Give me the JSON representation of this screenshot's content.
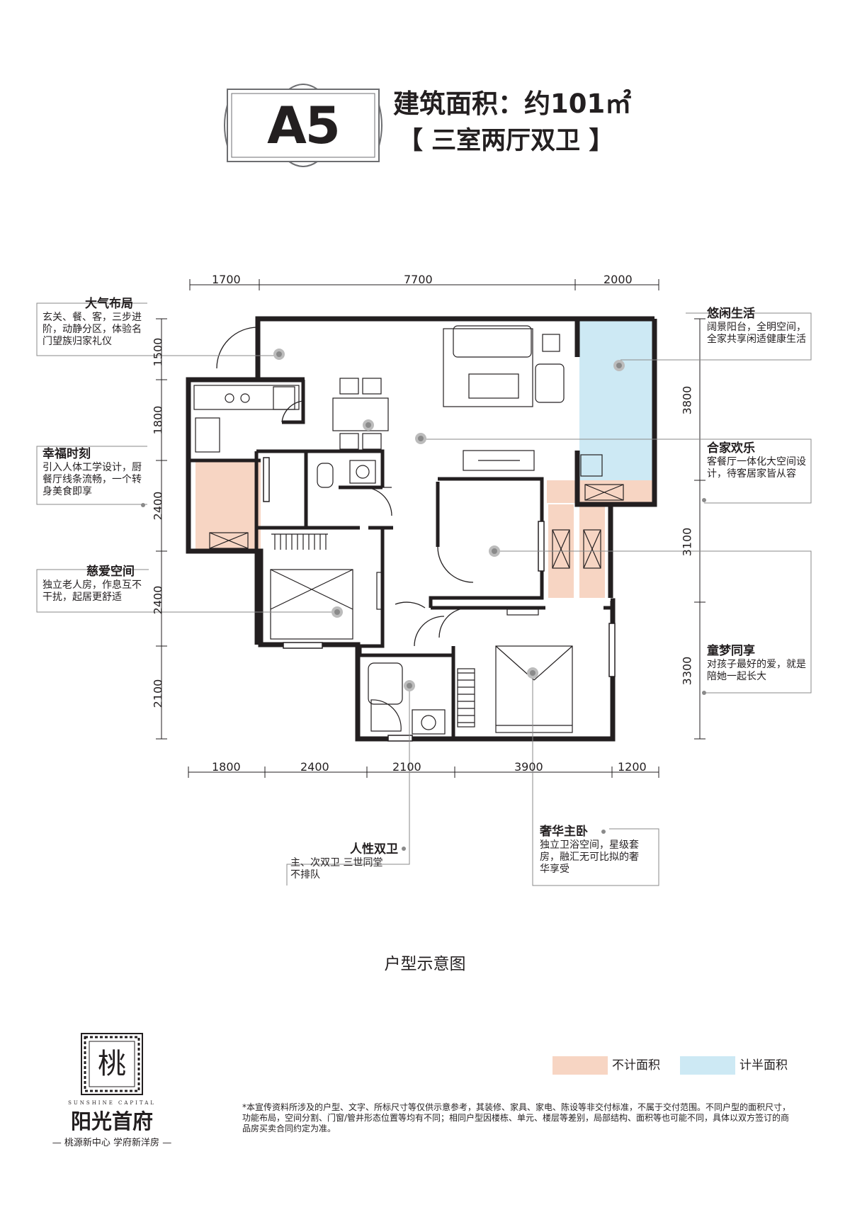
{
  "header": {
    "unit_code": "A5",
    "area_title": "建筑面积：约101㎡",
    "layout_type": "【 三室两厅双卫 】"
  },
  "dimensions": {
    "top": [
      "1700",
      "7700",
      "2000"
    ],
    "bottom": [
      "1800",
      "2400",
      "2100",
      "3900",
      "1200"
    ],
    "left": [
      "1500",
      "1800",
      "2400",
      "2400",
      "2100"
    ],
    "right": [
      "3800",
      "3100",
      "3300"
    ]
  },
  "annotations": {
    "entry": {
      "title": "大气布局",
      "lines": [
        "玄关、餐、客，三步进",
        "阶，动静分区，体验名",
        "门望族归家礼仪"
      ]
    },
    "kitchen": {
      "title": "幸福时刻",
      "lines": [
        "引入人体工学设计，厨",
        "餐厅线条流畅，一个转",
        "身美食即享"
      ]
    },
    "elder_room": {
      "title": "慈爱空间",
      "lines": [
        "独立老人房，作息互不",
        "干扰，起居更舒适"
      ]
    },
    "balcony": {
      "title": "悠闲生活",
      "lines": [
        "阔景阳台，全明空间，",
        "全家共享闲适健康生活"
      ]
    },
    "living": {
      "title": "合家欢乐",
      "lines": [
        "客餐厅一体化大空间设",
        "计，待客居家皆从容"
      ]
    },
    "kids_room": {
      "title": "童梦同享",
      "lines": [
        "对孩子最好的爱，就是",
        "陪她一起长大"
      ]
    },
    "bathrooms": {
      "title": "人性双卫",
      "lines": [
        "主、次双卫  三世同堂",
        "不排队"
      ]
    },
    "master": {
      "title": "奢华主卧",
      "lines": [
        "独立卫浴空间，星级套",
        "房，融汇无可比拟的奢",
        "华享受"
      ]
    }
  },
  "caption": "户型示意图",
  "legend": [
    {
      "label": "不计面积",
      "color": "#f7d5c3"
    },
    {
      "label": "计半面积",
      "color": "#cde9f4"
    }
  ],
  "colors": {
    "not_counted": "#f7d5c3",
    "half_counted": "#cde9f4",
    "wall": "#231f20",
    "marker": "#8a8a8a"
  },
  "disclaimer": "*本宣传资料所涉及的户型、文字、所标尺寸等仅供示意参考，其装修、家具、家电、陈设等非交付标准，不属于交付范围。不同户型的面积尺寸，功能布局，空间分割、门窗/管井形态位置等均有不同；相同户型因楼栋、单元、楼层等差别，局部结构、面积等也可能不同，具体以双方签订的商品房买卖合同约定为准。",
  "brand": {
    "seal_text": "桃",
    "english": "SUNSHINE CAPITAL",
    "chinese": "阳光首府",
    "slogan": "— 桃源新中心  学府新洋房 —"
  }
}
